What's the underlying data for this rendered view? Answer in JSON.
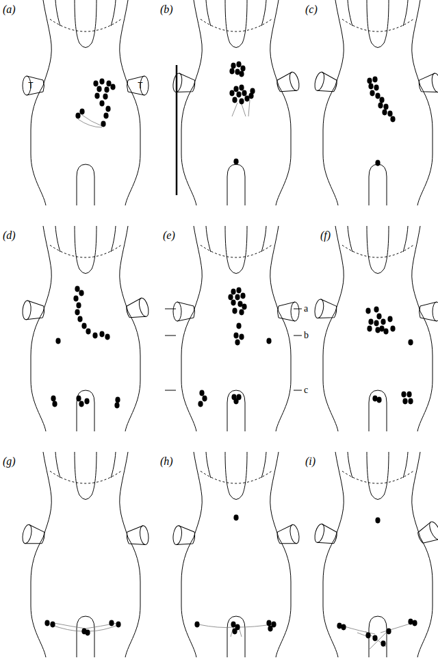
{
  "diagram": {
    "labels": [
      "(a)",
      "T",
      "T",
      "(b)",
      "(c)",
      "(d)",
      "(e)",
      "a",
      "b",
      "c",
      "(f)",
      "(g)",
      "(h)",
      "(i)"
    ]
  }
}
